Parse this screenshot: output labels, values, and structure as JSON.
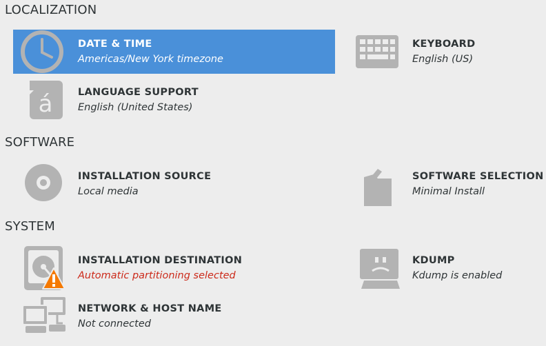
{
  "sections": {
    "localization": "LOCALIZATION",
    "software": "SOFTWARE",
    "system": "SYSTEM"
  },
  "spokes": {
    "date_time": {
      "title": "DATE & TIME",
      "status": "Americas/New York timezone",
      "icon": "clock-icon",
      "selected": true
    },
    "keyboard": {
      "title": "KEYBOARD",
      "status": "English (US)",
      "icon": "keyboard-icon"
    },
    "language_support": {
      "title": "LANGUAGE SUPPORT",
      "status": "English (United States)",
      "icon": "language-icon"
    },
    "installation_source": {
      "title": "INSTALLATION SOURCE",
      "status": "Local media",
      "icon": "disc-icon"
    },
    "software_selection": {
      "title": "SOFTWARE SELECTION",
      "status": "Minimal Install",
      "icon": "package-icon"
    },
    "installation_destination": {
      "title": "INSTALLATION DESTINATION",
      "status": "Automatic partitioning selected",
      "icon": "harddisk-icon",
      "warning": true
    },
    "kdump": {
      "title": "KDUMP",
      "status": "Kdump is enabled",
      "icon": "kdump-icon"
    },
    "network": {
      "title": "NETWORK & HOST NAME",
      "status": "Not connected",
      "icon": "network-icon"
    }
  },
  "colors": {
    "background": "#ededed",
    "selected": "#4a90d9",
    "icon_gray": "#b3b3b3",
    "warning_text": "#cc2a1a",
    "warning_triangle": "#f57900"
  }
}
